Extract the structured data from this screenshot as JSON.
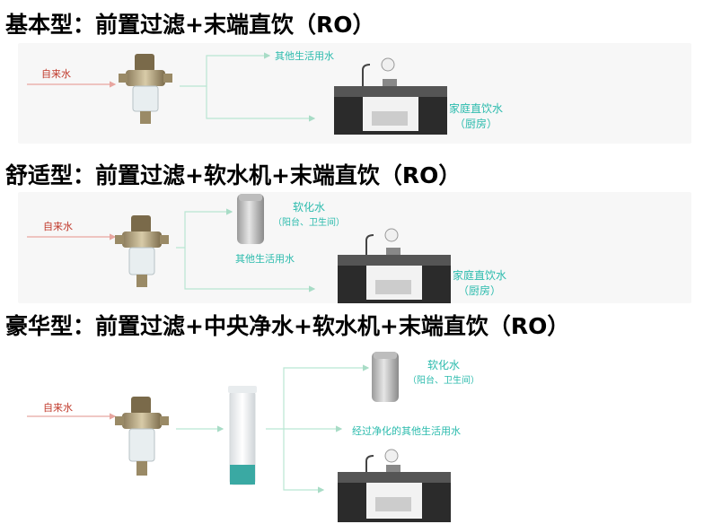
{
  "sections": [
    {
      "title": "基本型：前置过滤+末端直饮（RO）",
      "source": "自来水",
      "outputs": [
        "其他生活用水"
      ],
      "kitchen": [
        "家庭直饮水",
        "（厨房）"
      ]
    },
    {
      "title": "舒适型：前置过滤+软水机+末端直饮（RO）",
      "source": "自来水",
      "softener": [
        "软化水",
        "（阳台、卫生间）"
      ],
      "outputs": [
        "其他生活用水"
      ],
      "kitchen": [
        "家庭直饮水",
        "（厨房）"
      ]
    },
    {
      "title": "豪华型：前置过滤+中央净水+软水机+末端直饮（RO）",
      "source": "自来水",
      "softener": [
        "软化水",
        "（阳台、卫生间）"
      ],
      "outputs": [
        "经过净化的其他生活用水"
      ]
    }
  ],
  "colors": {
    "source_label": "#c0392b",
    "output_label": "#2bbbad",
    "flow_line": "#b9e6d3",
    "source_line": "#e8a6a0"
  }
}
